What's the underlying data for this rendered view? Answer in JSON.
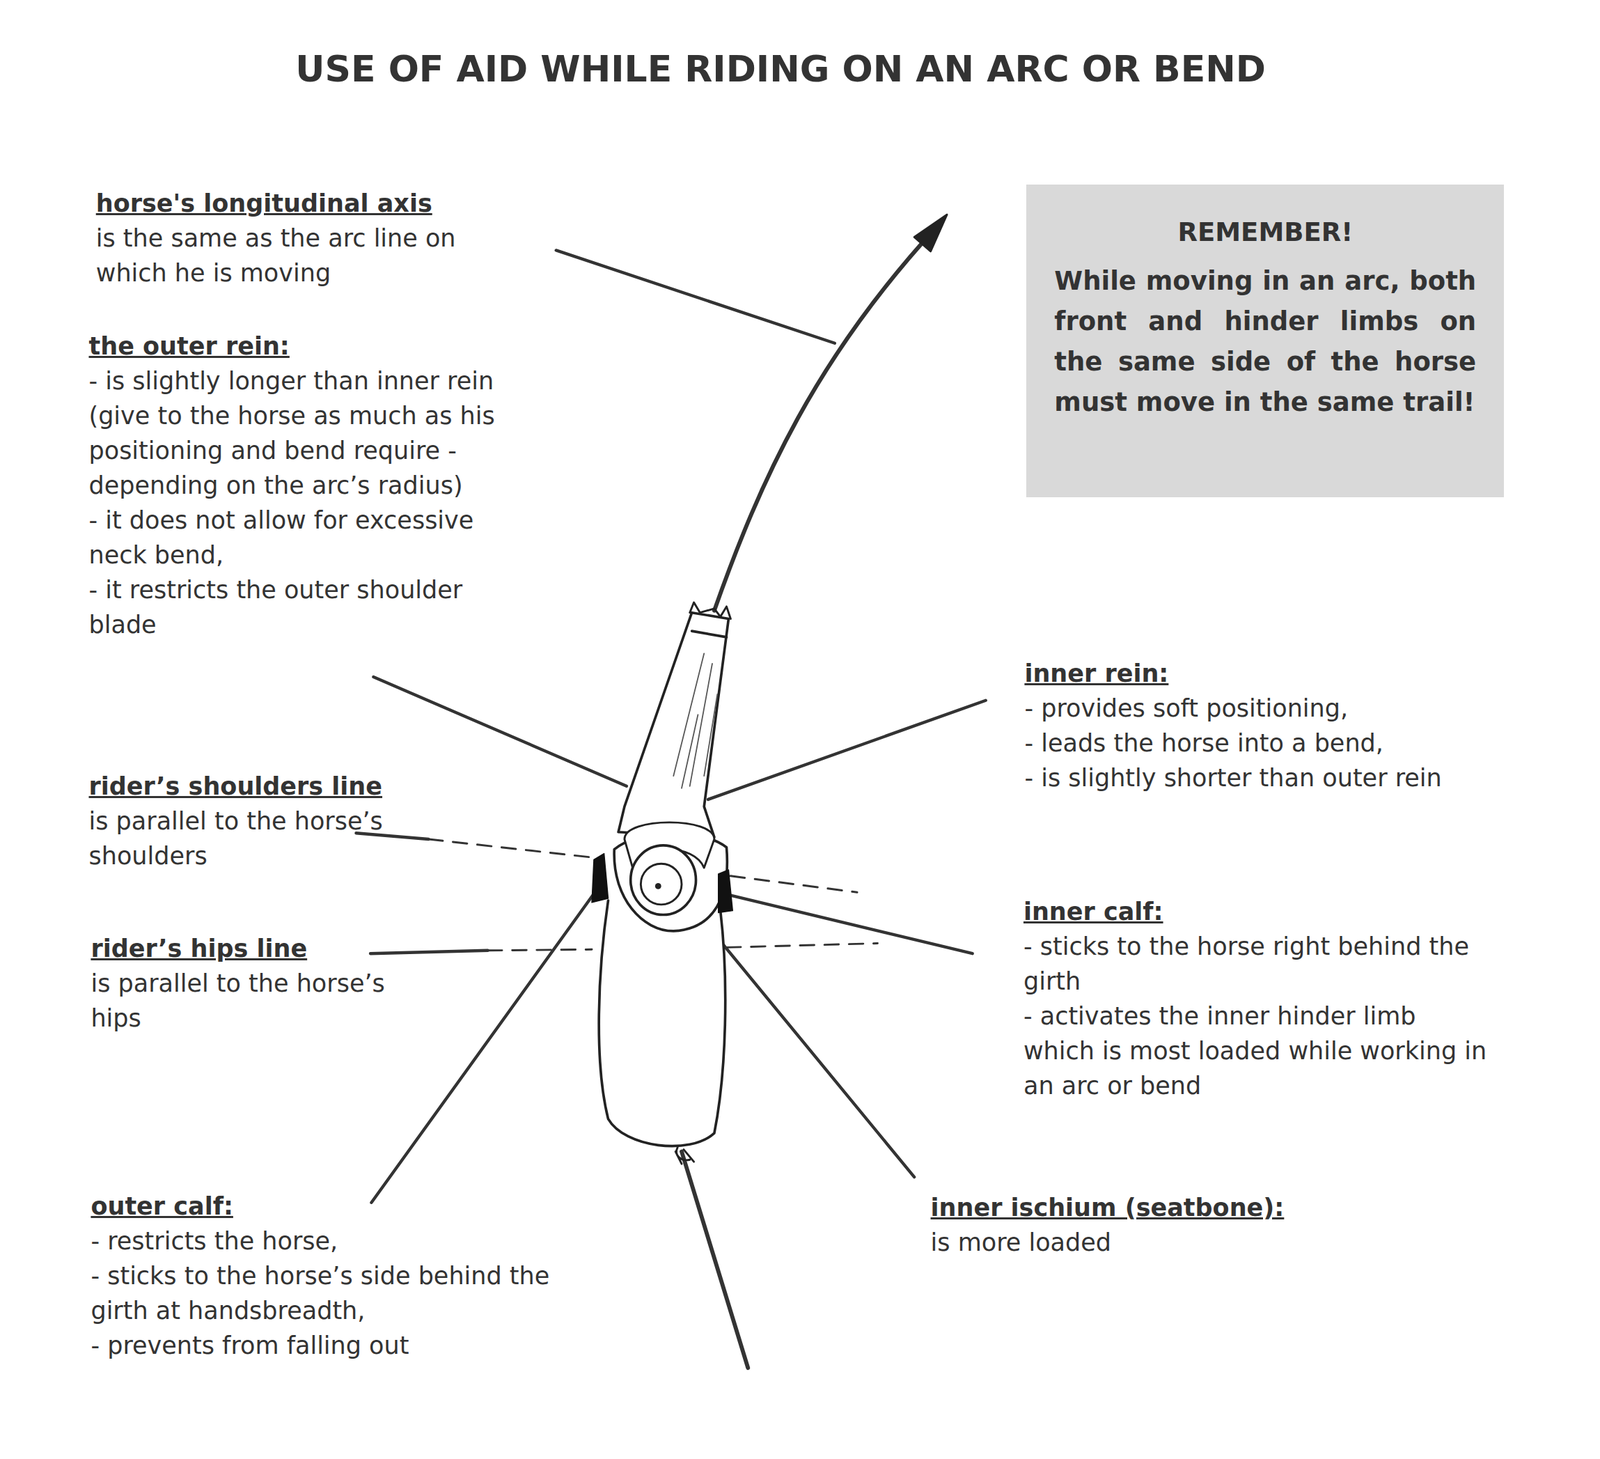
{
  "diagram": {
    "title": "USE OF AID WHILE RIDING ON AN ARC OR BEND",
    "nodes": [
      {
        "text": [
          "REMEMBER!",
          "While moving in an arc, both front and hinder limbs on the same side of the horse must move in the same trail!"
        ]
      }
    ],
    "edges": [],
    "labels": [
      "horse's longitudinal axis",
      "is the same as the arc line on which he is moving",
      "the outer rein:",
      "- is slightly longer than inner rein (give to the horse as much as his positioning and bend require - depending on the arc’s radius)",
      "- it does not allow for excessive neck bend,",
      "- it restricts the outer shoulder blade",
      "rider’s shoulders line",
      "is parallel to the horse’s shoulders",
      "rider’s hips line",
      "is parallel to the horse’s hips",
      "outer calf:",
      "- restricts the horse,",
      "- sticks to the horse’s side behind the girth at handsbreadth,",
      "- prevents from falling out",
      "inner rein:",
      "- provides soft positioning,",
      "- leads the horse into a bend,",
      "- is slightly shorter than outer rein",
      "inner calf:",
      "- sticks to the horse right behind the girth",
      "- activates the inner hinder limb which is most loaded while working in an arc or bend",
      "inner ischium (seatbone):",
      "is more loaded"
    ]
  }
}
